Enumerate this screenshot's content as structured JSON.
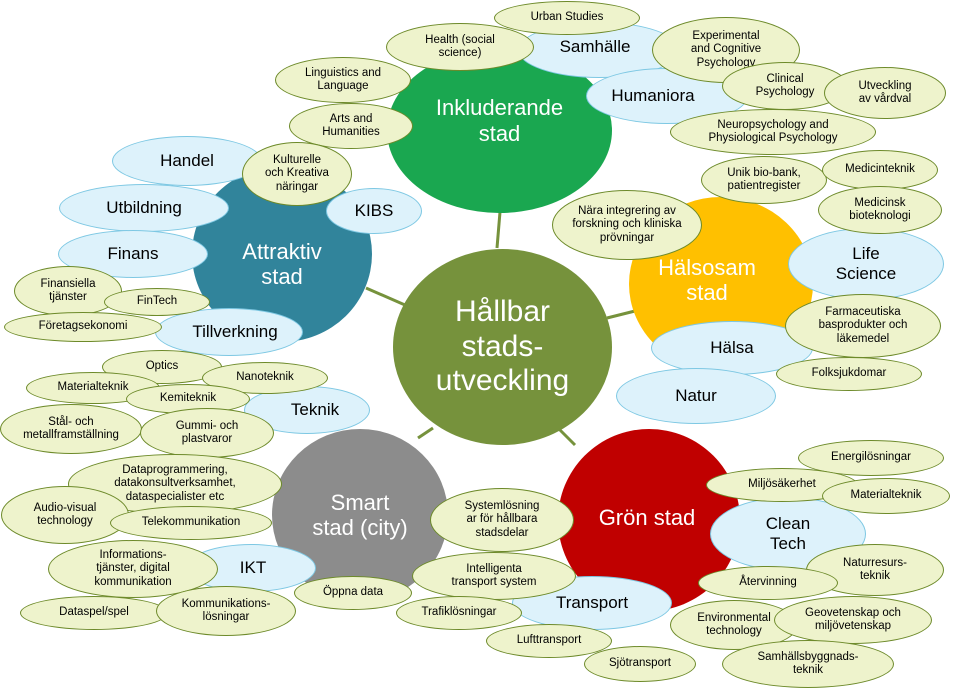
{
  "colors": {
    "center": "#76923c",
    "inkluderande": "#1aa750",
    "attraktiv": "#31849b",
    "halsosam": "#ffc000",
    "smart": "#8c8c8c",
    "gron": "#c00000",
    "blue_fill": "#ddf2fb",
    "green_fill": "#eef3cc"
  },
  "center": {
    "label": "Hållbar\nstads-\nutveckling"
  },
  "hubs": {
    "inkluderande": "Inkluderande\nstad",
    "attraktiv": "Attraktiv\nstad",
    "halsosam": "Hälsosam\nstad",
    "smart": "Smart\nstad (city)",
    "gron": "Grön stad"
  },
  "inkluderande": {
    "samhalle": "Samhälle",
    "humaniora": "Humaniora",
    "urban_studies": "Urban Studies",
    "health": "Health (social\nscience)",
    "experimental": "Experimental\nand Cognitive\nPsychology",
    "clinical": "Clinical\nPsychology",
    "utveckling_vard": "Utveckling\nav vårdval",
    "neuropsych": "Neuropsychology and\nPhysiological Psychology",
    "linguistics": "Linguistics and\nLanguage",
    "arts": "Arts and\nHumanities"
  },
  "attraktiv": {
    "handel": "Handel",
    "utbildning": "Utbildning",
    "finans": "Finans",
    "tillverkning": "Tillverkning",
    "kibs": "KIBS",
    "kulturelle": "Kulturelle\noch Kreativa\nnäringar",
    "finansiella": "Finansiella\ntjänster",
    "fintech": "FinTech",
    "foretagsekonomi": "Företagsekonomi"
  },
  "halsosam": {
    "life_science": "Life\nScience",
    "halsa": "Hälsa",
    "natur": "Natur",
    "biobank": "Unik bio-bank,\npatientregister",
    "medicinteknik": "Medicinteknik",
    "bioteknologi": "Medicinsk\nbioteknologi",
    "integrering": "Nära integrering av\nforskning och kliniska\nprövningar",
    "farmaceutiska": "Farmaceutiska\nbasprodukter och\nläkemedel",
    "folksjukdomar": "Folksjukdomar"
  },
  "smart": {
    "teknik": "Teknik",
    "ikt": "IKT",
    "optics": "Optics",
    "nanoteknik": "Nanoteknik",
    "materialteknik": "Materialteknik",
    "kemiteknik": "Kemiteknik",
    "stal": "Stål- och\nmetallframställning",
    "gummi": "Gummi- och\nplastvaror",
    "dataprogrammering": "Dataprogrammering,\ndatakonsultverksamhet,\ndataspecialister etc",
    "audio_visual": "Audio-visual\ntechnology",
    "telekommunikation": "Telekommunikation",
    "informationstjanster": "Informations-\ntjänster, digital\nkommunikation",
    "dataspel": "Dataspel/spel",
    "kommunikationslosningar": "Kommunikations-\nlösningar",
    "oppna_data": "Öppna data"
  },
  "gron": {
    "clean_tech": "Clean\nTech",
    "transport": "Transport",
    "energilosningar": "Energilösningar",
    "miljosakerhet": "Miljösäkerhet",
    "materialteknik": "Materialteknik",
    "naturresurs": "Naturresurs-\nteknik",
    "atervinning": "Återvinning",
    "environmental": "Environmental\ntechnology",
    "geovetenskap": "Geovetenskap och\nmiljövetenskap",
    "samhallsbyggnad": "Samhällsbyggnads-\nteknik",
    "systemlosningar": "Systemlösning\nar för hållbara\nstadsdelar",
    "intelligenta": "Intelligenta\ntransport system",
    "trafiklosningar": "Trafiklösningar",
    "lufttransport": "Lufttransport",
    "sjotransport": "Sjötransport"
  }
}
